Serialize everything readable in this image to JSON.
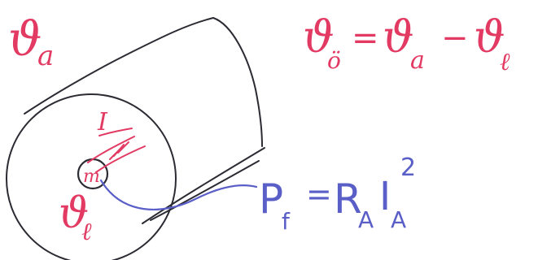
{
  "colors": {
    "ink": "#2b2b33",
    "red": "#e23a62",
    "blue": "#5a5fc8"
  },
  "labels": {
    "theta_a": "ϑ",
    "theta_a_sub": "a",
    "theta_l": "ϑ",
    "theta_l_sub": "ℓ",
    "current": "I",
    "m_label": "m"
  },
  "equations": {
    "temp_diff": {
      "lhs": "ϑ",
      "lhs_sub": "ö",
      "equals": "=",
      "term1": "ϑ",
      "term1_sub": "a",
      "minus": "−",
      "term2": "ϑ",
      "term2_sub": "ℓ"
    },
    "power_loss": {
      "P": "P",
      "P_sub": "f",
      "equals": "=",
      "R": "R",
      "R_sub": "A",
      "I": "I",
      "I_sub": "A",
      "exp": "2"
    }
  }
}
